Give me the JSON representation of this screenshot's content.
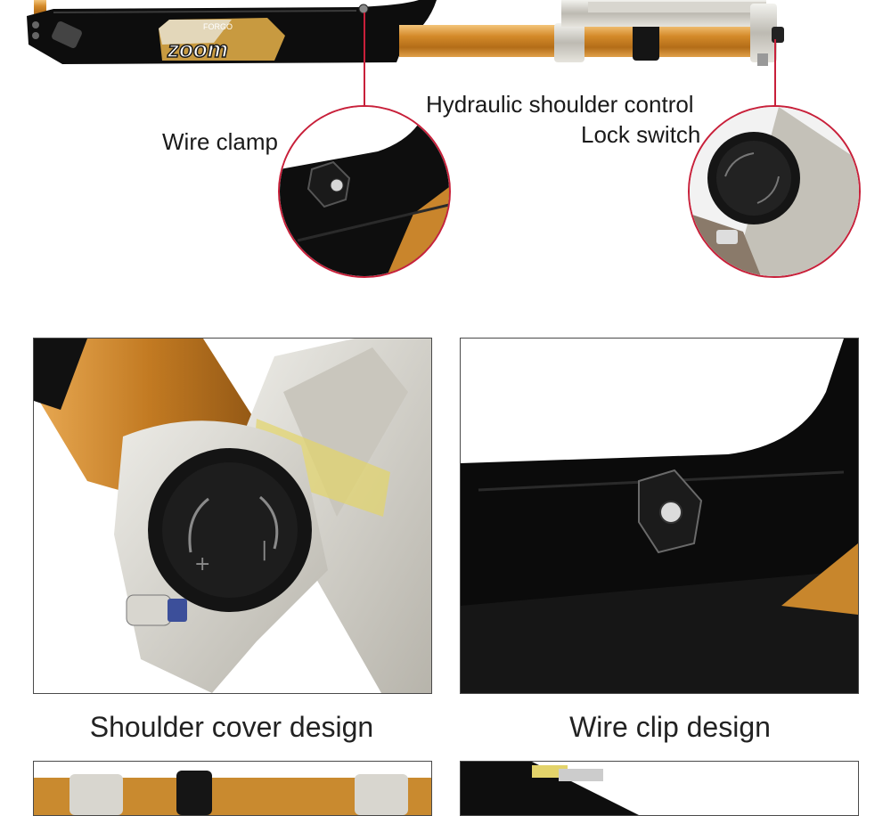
{
  "callouts": {
    "wire_clamp": "Wire clamp",
    "hydraulic_line1": "Hydraulic shoulder control",
    "hydraulic_line2": "Lock switch"
  },
  "fork_logo": {
    "brand": "zoom",
    "sub": "FORGO"
  },
  "captions": {
    "shoulder": "Shoulder cover design",
    "wire_clip": "Wire clip design"
  },
  "colors": {
    "accent_red": "#c8203a",
    "stanchion_gold": "#d8922e",
    "fork_black": "#0d0d0d",
    "alloy_silver": "#c9c6bd"
  }
}
